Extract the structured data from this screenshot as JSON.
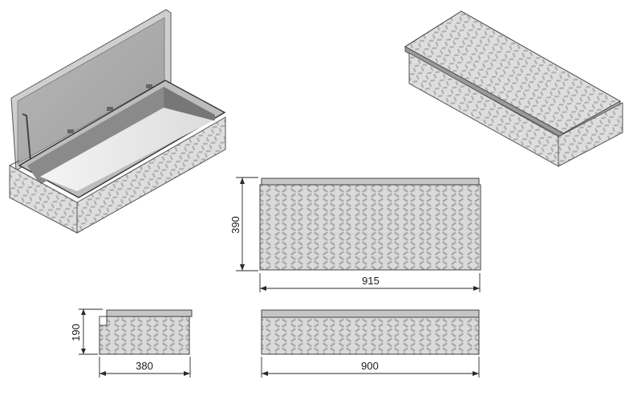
{
  "dimensions": {
    "front_height": "390",
    "front_width": "915",
    "side_height": "190",
    "side_width": "380",
    "top_width": "900"
  },
  "colors": {
    "metal_light": "#e4e4e4",
    "metal_mid": "#c9c9c9",
    "metal_dark": "#9a9a9a",
    "interior": "#8c8c8c",
    "line": "#2a2a2a"
  }
}
